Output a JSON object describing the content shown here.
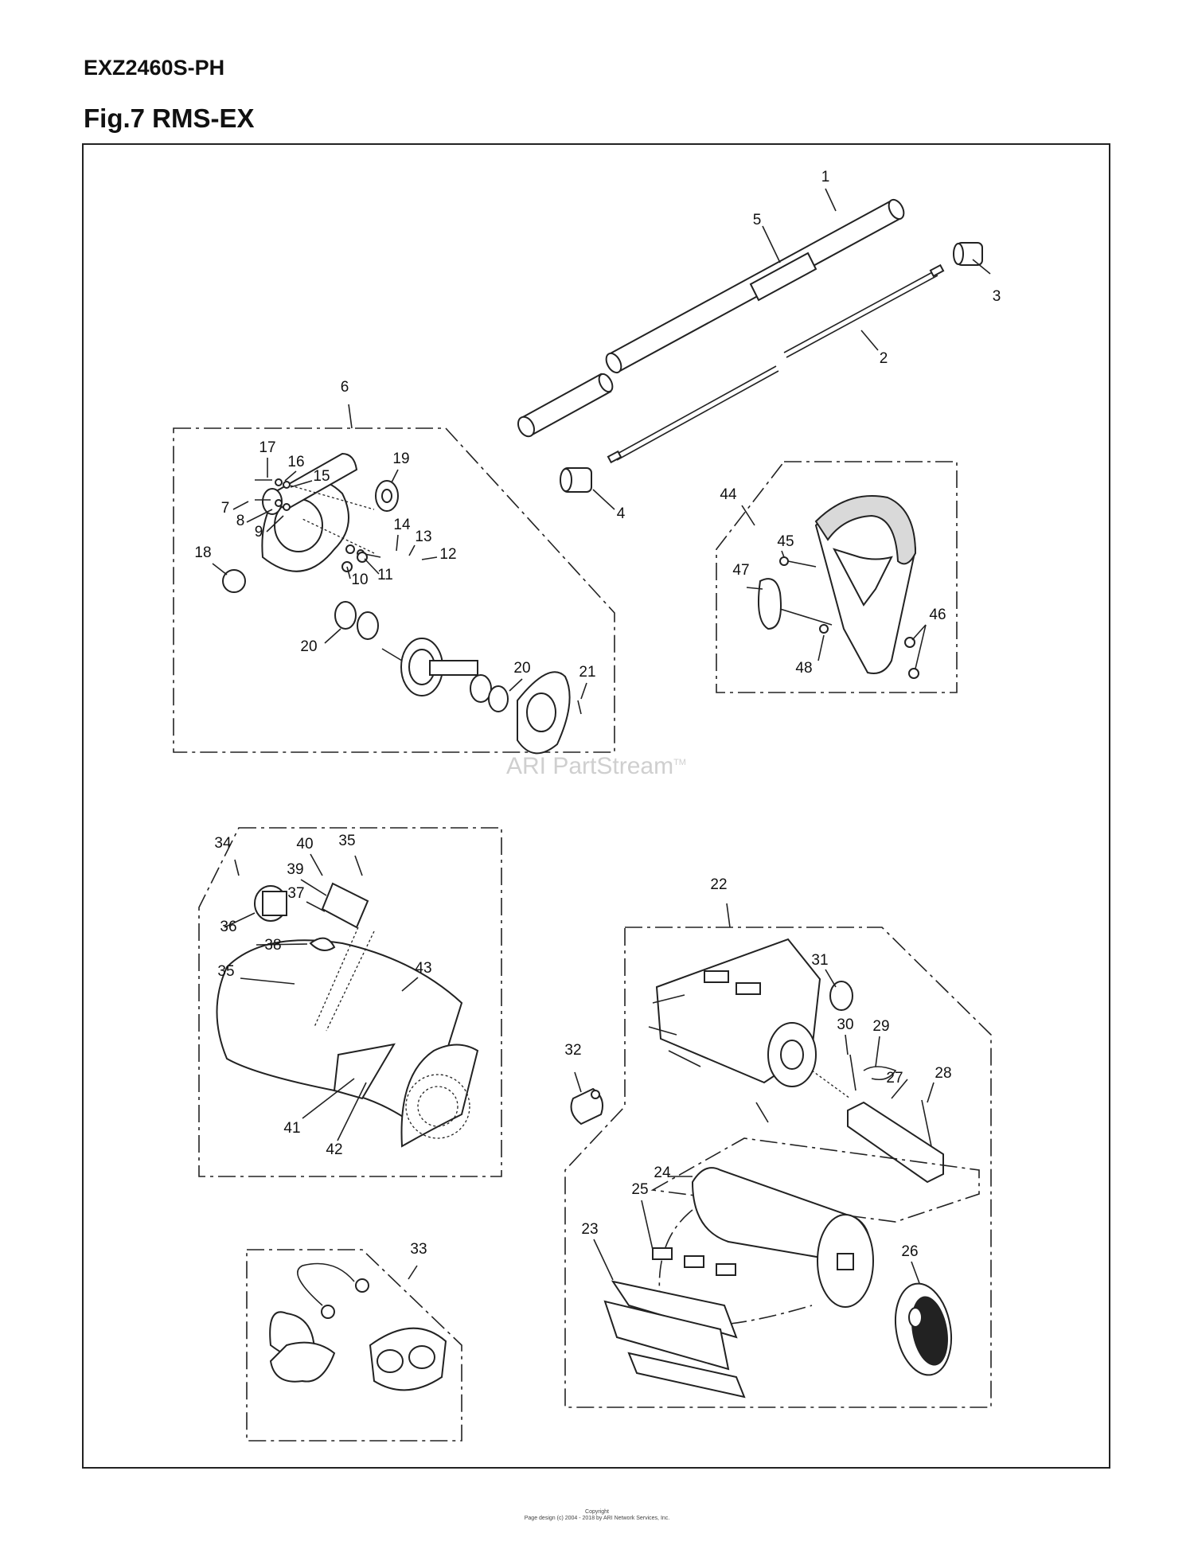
{
  "header": {
    "model": "EXZ2460S-PH",
    "figure": "Fig.7 RMS-EX"
  },
  "callouts": [
    "1",
    "2",
    "3",
    "4",
    "5",
    "6",
    "7",
    "8",
    "9",
    "10",
    "11",
    "12",
    "13",
    "14",
    "15",
    "16",
    "17",
    "18",
    "19",
    "20",
    "20",
    "21",
    "22",
    "23",
    "24",
    "25",
    "26",
    "27",
    "28",
    "29",
    "30",
    "31",
    "32",
    "33",
    "34",
    "35",
    "35",
    "36",
    "37",
    "38",
    "39",
    "40",
    "41",
    "42",
    "43",
    "44",
    "45",
    "46",
    "47",
    "48"
  ],
  "watermark": {
    "text": "ARI PartStream",
    "mark": "TM"
  },
  "footer": {
    "line1": "Copyright",
    "line2": "Page design (c) 2004 - 2018 by ARI Network Services, Inc."
  }
}
